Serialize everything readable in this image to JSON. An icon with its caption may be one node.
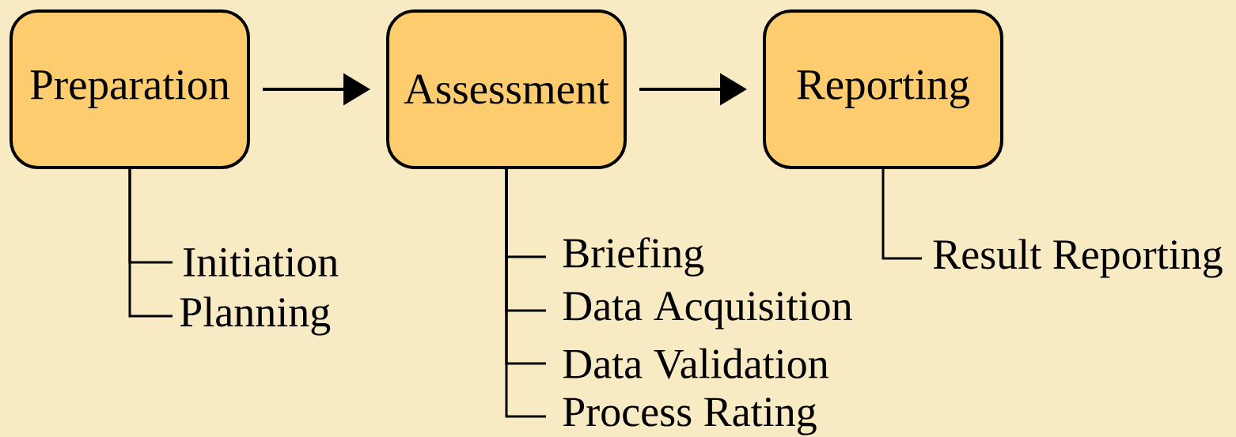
{
  "diagram": {
    "nodes": [
      {
        "text": [
          "Preparation"
        ]
      },
      {
        "text": [
          "Assessment"
        ]
      },
      {
        "text": [
          "Reporting"
        ]
      },
      {
        "text": [
          "Initiation"
        ]
      },
      {
        "text": [
          "Planning"
        ]
      },
      {
        "text": [
          "Briefing"
        ]
      },
      {
        "text": [
          "Data Acquisition"
        ]
      },
      {
        "text": [
          "Data Validation"
        ]
      },
      {
        "text": [
          "Process Rating"
        ]
      },
      {
        "text": [
          "Result Reporting"
        ]
      }
    ],
    "edges": [
      {
        "from": 0,
        "to": 1,
        "arrow": "to"
      },
      {
        "from": 1,
        "to": 2,
        "arrow": "to"
      },
      {
        "from": 0,
        "to": 3,
        "arrow": "none"
      },
      {
        "from": 0,
        "to": 4,
        "arrow": "none"
      },
      {
        "from": 1,
        "to": 5,
        "arrow": "none"
      },
      {
        "from": 1,
        "to": 6,
        "arrow": "none"
      },
      {
        "from": 1,
        "to": 7,
        "arrow": "none"
      },
      {
        "from": 1,
        "to": 8,
        "arrow": "none"
      },
      {
        "from": 2,
        "to": 9,
        "arrow": "none"
      }
    ]
  }
}
